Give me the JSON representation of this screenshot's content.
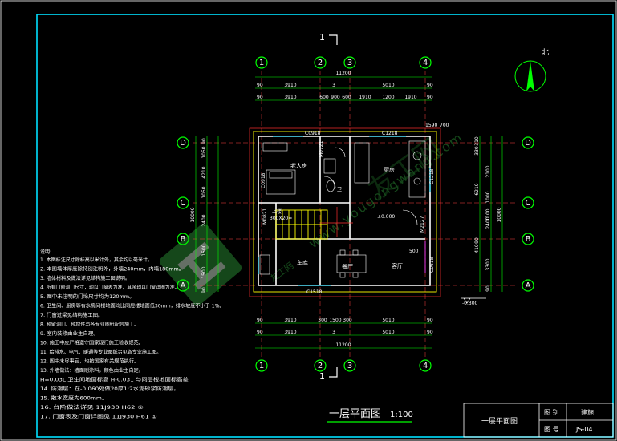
{
  "drawing": {
    "title": "一层平面图",
    "scale": "1:100",
    "north_label": "北",
    "section_mark": "1",
    "elevation": "-0.300",
    "floor_level": "±0.000"
  },
  "axes": {
    "vertical": [
      "1",
      "2",
      "3",
      "4"
    ],
    "horizontal": [
      "D",
      "C",
      "B",
      "A"
    ]
  },
  "dimensions": {
    "top_total": "11200",
    "top_row1": [
      "90",
      "3910",
      "3",
      "5010",
      "90"
    ],
    "top_row2": [
      "90",
      "3910",
      "600",
      "900",
      "600",
      "1910",
      "1200",
      "1910",
      "90"
    ],
    "bottom_total": "11200",
    "bottom_row1": [
      "90",
      "3910",
      "300",
      "1500",
      "300",
      "5010",
      "90"
    ],
    "bottom_row2": [
      "90",
      "3910",
      "3",
      "5010",
      "90"
    ],
    "left_total": "10000",
    "left_segs": [
      "90",
      "1050",
      "4210",
      "1050",
      "2400",
      "1500",
      "1500",
      "90"
    ],
    "right_total": "10000",
    "right_segs": [
      "310",
      "330",
      "2100",
      "6210",
      "1000",
      "1100",
      "2400",
      "410",
      "90",
      "3300",
      "90"
    ],
    "misc": [
      "1590",
      "700",
      "500"
    ]
  },
  "rooms": {
    "bedroom": "老人房",
    "kitchen": "厨房",
    "dining": "餐厅",
    "living": "客厅",
    "garage": "车库",
    "bath": "卫",
    "stair": "上楼",
    "stair_size": "300X20="
  },
  "openings": {
    "win_top_left": "C0918",
    "win_top_right": "C1218",
    "win_bottom": "C1518",
    "win_right": "C1218",
    "door_main": "M2127",
    "door_side": "M0821",
    "door_bath": "M0721",
    "win_small": "C0618",
    "win_left": "C0918"
  },
  "notes": {
    "heading": "说明:",
    "lines": [
      "1. 本图标注尺寸除标高以米计外，其余均以毫米计。",
      "2. 本图墙体厚度除特别注明外，外墙240mm，内墙180mm。",
      "3. 墙体材料及做法详见结构施工图说明。",
      "4. 所有门窗洞口尺寸，均以门窗表为准，其余均以门窗详图为准。",
      "5. 图中未注明的门垛尺寸均为120mm。",
      "6. 卫生间、厨房等有水房间楼地面均比同层楼地面低30mm，排水坡度不小于 1%。",
      "7. 门窗过梁见结构施工图。",
      "8. 预留洞口、预埋件与各专业图纸配合施工。",
      "9. 室内装修由业主自理。",
      "10. 施工中应严格遵守国家现行施工验收规范。",
      "11. 给排水、电气、暖通等专业图纸另见各专业施工图。",
      "12. 图中未尽事宜，均按国家有关规范执行。",
      "13. 外墙做法：墙面刷涂料，颜色由业主自定。",
      "H=0.03L 卫生间地面标高 H-0.031 与同层楼地面标高差",
      "14. 防潮层：在-0.060处做20厚1:2水泥砂浆防潮层。",
      "15. 散水宽度为600mm。",
      "16. 台阶做法详见 11J930 H62 ①",
      "17. 门窗表及门窗详图见 11J930 H61 ①"
    ]
  },
  "title_block": {
    "name": "一层平面图",
    "label_type": "图 别",
    "value_type": "建施",
    "label_no": "图 号",
    "value_no": "JS-04"
  },
  "watermark": {
    "logo_text": "友工网",
    "url": "www.yougongwang.com"
  }
}
